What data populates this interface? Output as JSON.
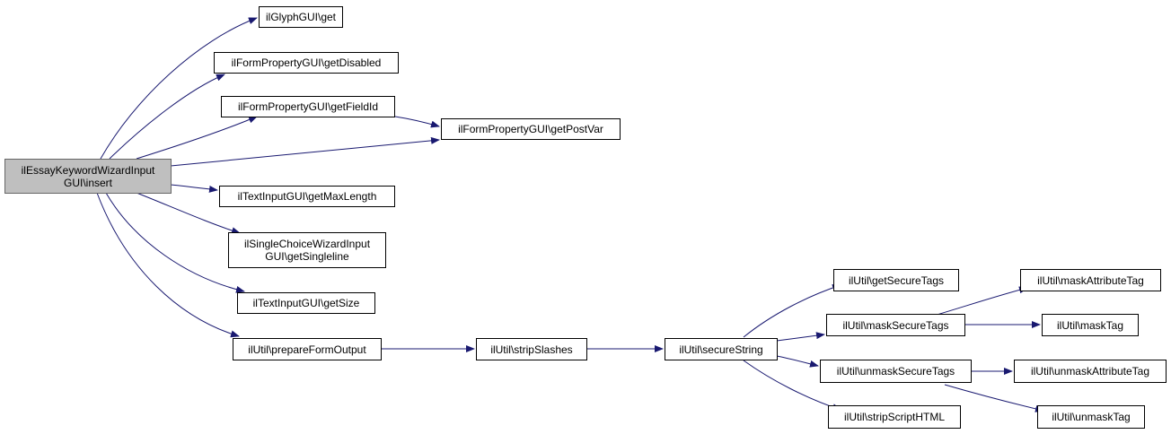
{
  "graph": {
    "root": {
      "line1": "ilEssayKeywordWizardInput",
      "line2": "GUI\\insert"
    },
    "nodes": {
      "glyph_get": "ilGlyphGUI\\get",
      "get_disabled": "ilFormPropertyGUI\\getDisabled",
      "get_field_id": "ilFormPropertyGUI\\getFieldId",
      "get_post_var": "ilFormPropertyGUI\\getPostVar",
      "get_max_length": "ilTextInputGUI\\getMaxLength",
      "get_singleline": {
        "line1": "ilSingleChoiceWizardInput",
        "line2": "GUI\\getSingleline"
      },
      "get_size": "ilTextInputGUI\\getSize",
      "prepare_form_output": "ilUtil\\prepareFormOutput",
      "strip_slashes": "ilUtil\\stripSlashes",
      "secure_string": "ilUtil\\secureString",
      "get_secure_tags": "ilUtil\\getSecureTags",
      "mask_secure_tags": "ilUtil\\maskSecureTags",
      "unmask_secure_tags": "ilUtil\\unmaskSecureTags",
      "strip_script_html": "ilUtil\\stripScriptHTML",
      "mask_attribute_tag": "ilUtil\\maskAttributeTag",
      "mask_tag": "ilUtil\\maskTag",
      "unmask_attribute_tag": "ilUtil\\unmaskAttributeTag",
      "unmask_tag": "ilUtil\\unmaskTag"
    },
    "edge_color": "#191970"
  }
}
